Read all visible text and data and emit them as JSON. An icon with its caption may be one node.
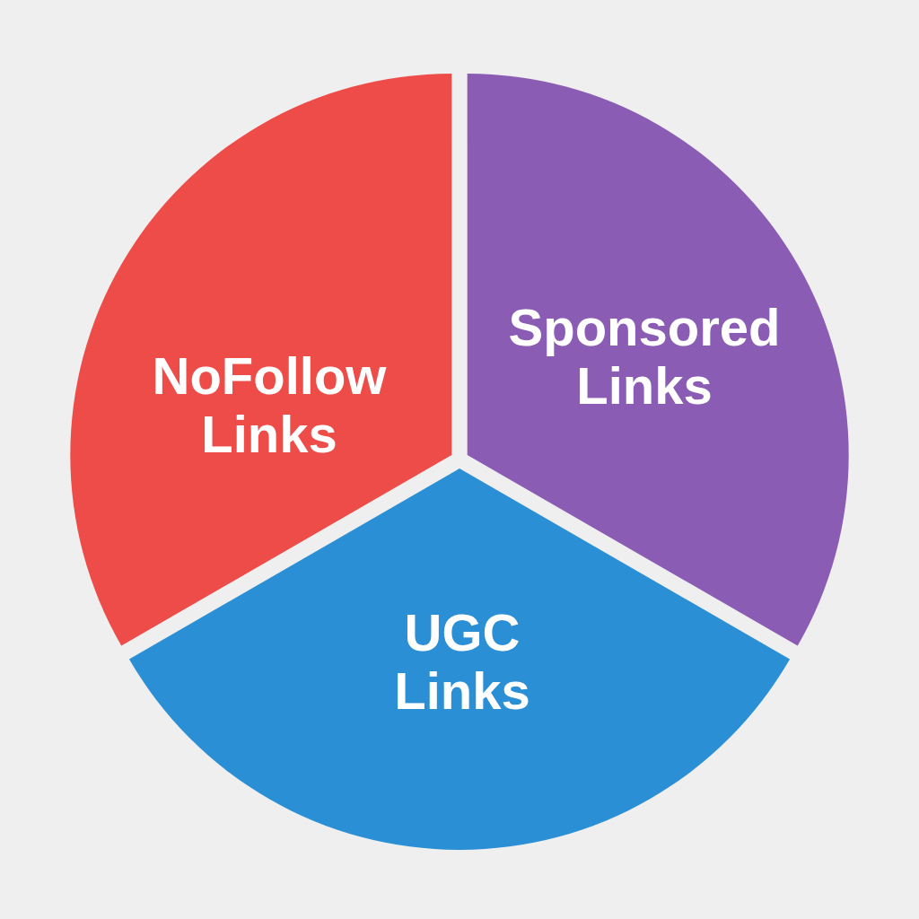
{
  "diagram": {
    "nodes": [
      {
        "text": [
          "NoFollow Links"
        ]
      },
      {
        "text": [
          "Sponsored Links"
        ]
      },
      {
        "text": [
          "UGC Links"
        ]
      }
    ]
  }
}
